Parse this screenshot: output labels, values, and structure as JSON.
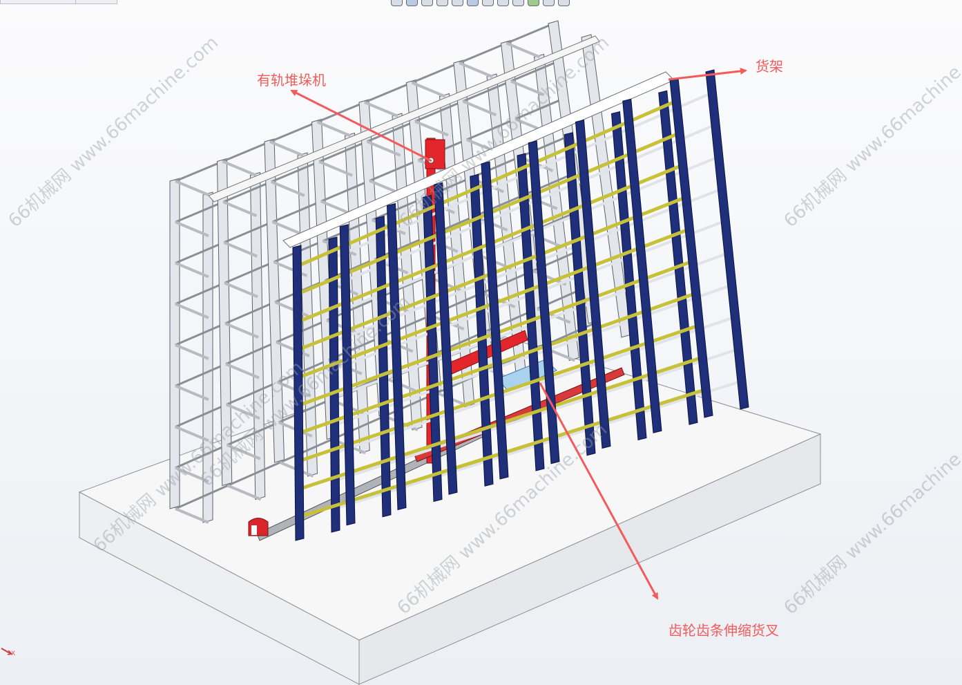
{
  "callouts": {
    "stacker": "有轨堆垛机",
    "rack": "货架",
    "fork": "齿轮齿条伸缩货叉"
  },
  "watermarks": [
    "66机械网 www.66machine.com",
    "66机械网 www.66machine.com",
    "66机械网 www.66machine.com",
    "66机械网 www.66machine.com",
    "66机械网 www.66machine.com",
    "66机械网 www.66machine.com",
    "66机械网 www.66machine.com"
  ],
  "triad": {
    "x_label": "X"
  },
  "colors": {
    "callout": "#f25b5b",
    "back_rack": "#e3e7ec",
    "front_upright": "#1f2f7a",
    "front_beam": "#c7c13a",
    "stacker": "#e3262b",
    "fork_plate": "#a8d2ee",
    "base": "#f5f6f8"
  },
  "toolbar_icons": [
    "zoom-fit-icon",
    "zoom-area-icon",
    "prev-view-icon",
    "section-view-icon",
    "dynamic-annotation-icon",
    "view-orientation-icon",
    "display-style-icon",
    "hide-show-icon",
    "edit-appearance-icon",
    "apply-scene-icon",
    "view-settings-icon",
    "monitor-icon"
  ]
}
